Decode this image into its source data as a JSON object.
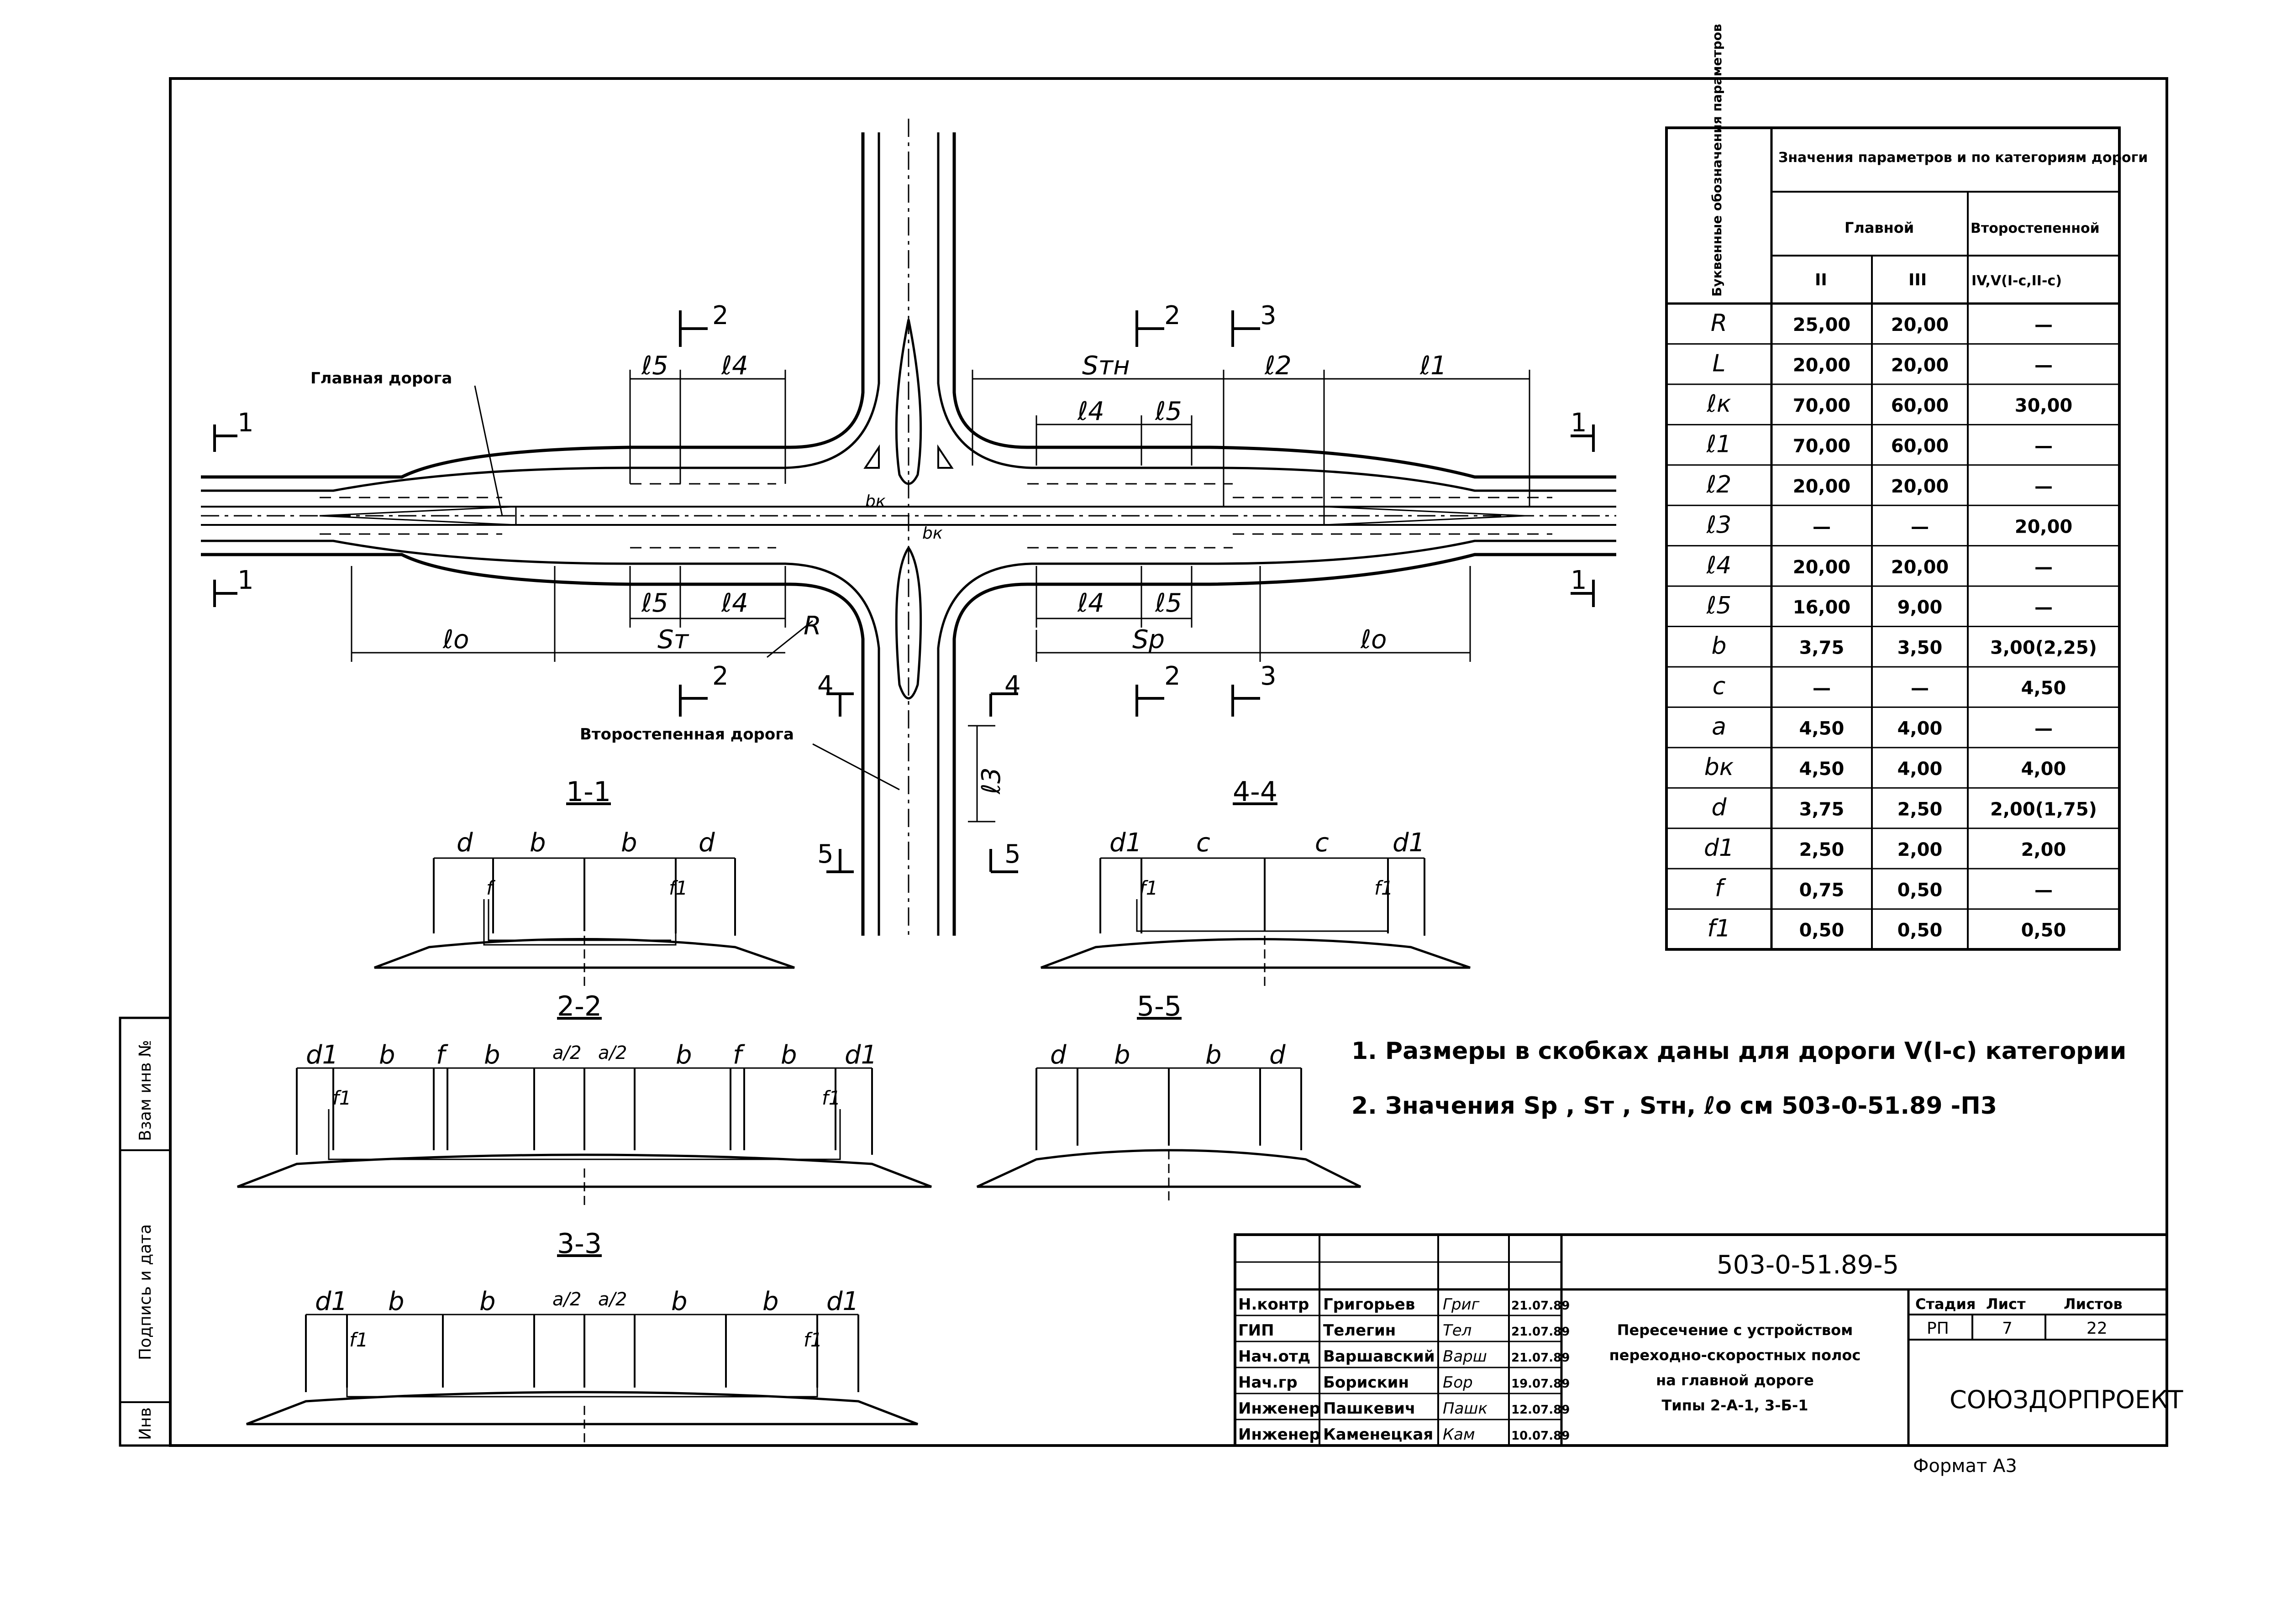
{
  "drawing": {
    "labels": {
      "main_road": "Главная дорога",
      "secondary_road": "Второстепенная дорога",
      "l5": "ℓ5",
      "l4": "ℓ4",
      "l1": "ℓ1",
      "l2": "ℓ2",
      "l3": "ℓ3",
      "l0": "ℓо",
      "s_tn": "Sтн",
      "s_t": "Sт",
      "s_p": "Sр",
      "r": "R",
      "bk": "bк"
    },
    "cut_marks": [
      "1",
      "2",
      "3",
      "4",
      "5"
    ]
  },
  "sections": {
    "s11": {
      "title": "1-1",
      "dims": [
        "d",
        "b",
        "b",
        "d"
      ],
      "f": "f",
      "f1": "f1"
    },
    "s22": {
      "title": "2-2",
      "dims": [
        "d1",
        "b",
        "f",
        "b",
        "a/2",
        "a/2",
        "b",
        "f",
        "b",
        "d1"
      ],
      "f1": "f1"
    },
    "s33": {
      "title": "3-3",
      "dims": [
        "d1",
        "b",
        "b",
        "a/2",
        "a/2",
        "b",
        "b",
        "d1"
      ],
      "f1": "f1"
    },
    "s44": {
      "title": "4-4",
      "dims": [
        "d1",
        "c",
        "c",
        "d1"
      ],
      "f1": "f1"
    },
    "s55": {
      "title": "5-5",
      "dims": [
        "d",
        "b",
        "b",
        "d"
      ]
    }
  },
  "table": {
    "col_param": "Буквенные обозначения параметров",
    "col_values": "Значения параметров и по категориям дороги",
    "col_main": "Главной",
    "col_secondary": "Второстепенной",
    "col_ii": "II",
    "col_iii": "III",
    "col_iv": "IV,V(I-c,II-c)",
    "rows": [
      {
        "p": "R",
        "v2": "25,00",
        "v3": "20,00",
        "v4": "—"
      },
      {
        "p": "L",
        "v2": "20,00",
        "v3": "20,00",
        "v4": "—"
      },
      {
        "p": "ℓк",
        "v2": "70,00",
        "v3": "60,00",
        "v4": "30,00"
      },
      {
        "p": "ℓ1",
        "v2": "70,00",
        "v3": "60,00",
        "v4": "—"
      },
      {
        "p": "ℓ2",
        "v2": "20,00",
        "v3": "20,00",
        "v4": "—"
      },
      {
        "p": "ℓ3",
        "v2": "—",
        "v3": "—",
        "v4": "20,00"
      },
      {
        "p": "ℓ4",
        "v2": "20,00",
        "v3": "20,00",
        "v4": "—"
      },
      {
        "p": "ℓ5",
        "v2": "16,00",
        "v3": "9,00",
        "v4": "—"
      },
      {
        "p": "b",
        "v2": "3,75",
        "v3": "3,50",
        "v4": "3,00(2,25)"
      },
      {
        "p": "c",
        "v2": "—",
        "v3": "—",
        "v4": "4,50"
      },
      {
        "p": "a",
        "v2": "4,50",
        "v3": "4,00",
        "v4": "—"
      },
      {
        "p": "bк",
        "v2": "4,50",
        "v3": "4,00",
        "v4": "4,00"
      },
      {
        "p": "d",
        "v2": "3,75",
        "v3": "2,50",
        "v4": "2,00(1,75)"
      },
      {
        "p": "d1",
        "v2": "2,50",
        "v3": "2,00",
        "v4": "2,00"
      },
      {
        "p": "f",
        "v2": "0,75",
        "v3": "0,50",
        "v4": "—"
      },
      {
        "p": "f1",
        "v2": "0,50",
        "v3": "0,50",
        "v4": "0,50"
      }
    ]
  },
  "notes": [
    "1. Размеры в скобках даны для дороги V(I-c) категории",
    "2. Значения Sр , Sт , Sтн, ℓо  см 503-0-51.89 -П3"
  ],
  "side_stamp": [
    "Инв",
    "Подпись и дата",
    "Взам инв №"
  ],
  "title_block": {
    "doc_code": "503-0-51.89-5",
    "people": [
      {
        "role": "Н.контр",
        "name": "Григорьев",
        "sign": "Григ",
        "date": "21.07.89"
      },
      {
        "role": "ГИП",
        "name": "Телегин",
        "sign": "Тел",
        "date": "21.07.89"
      },
      {
        "role": "Нач.отд",
        "name": "Варшавский",
        "sign": "Варш",
        "date": "21.07.89"
      },
      {
        "role": "Нач.гр",
        "name": "Борискин",
        "sign": "Бор",
        "date": "19.07.89"
      },
      {
        "role": "Инженер",
        "name": "Пашкевич",
        "sign": "Пашк",
        "date": "12.07.89"
      },
      {
        "role": "Инженер",
        "name": "Каменецкая",
        "sign": "Кам",
        "date": "10.07.89"
      }
    ],
    "title_lines": [
      "Пересечение с устройством",
      "переходно-скоростных полос",
      "на главной дороге",
      "Типы 2-А-1, 3-Б-1"
    ],
    "stage_label": "Стадия",
    "sheet_label": "Лист",
    "sheets_label": "Листов",
    "stage": "РП",
    "sheet": "7",
    "sheets": "22",
    "org": "СОЮЗДОРПРОЕКТ"
  },
  "format": "Формат А3"
}
